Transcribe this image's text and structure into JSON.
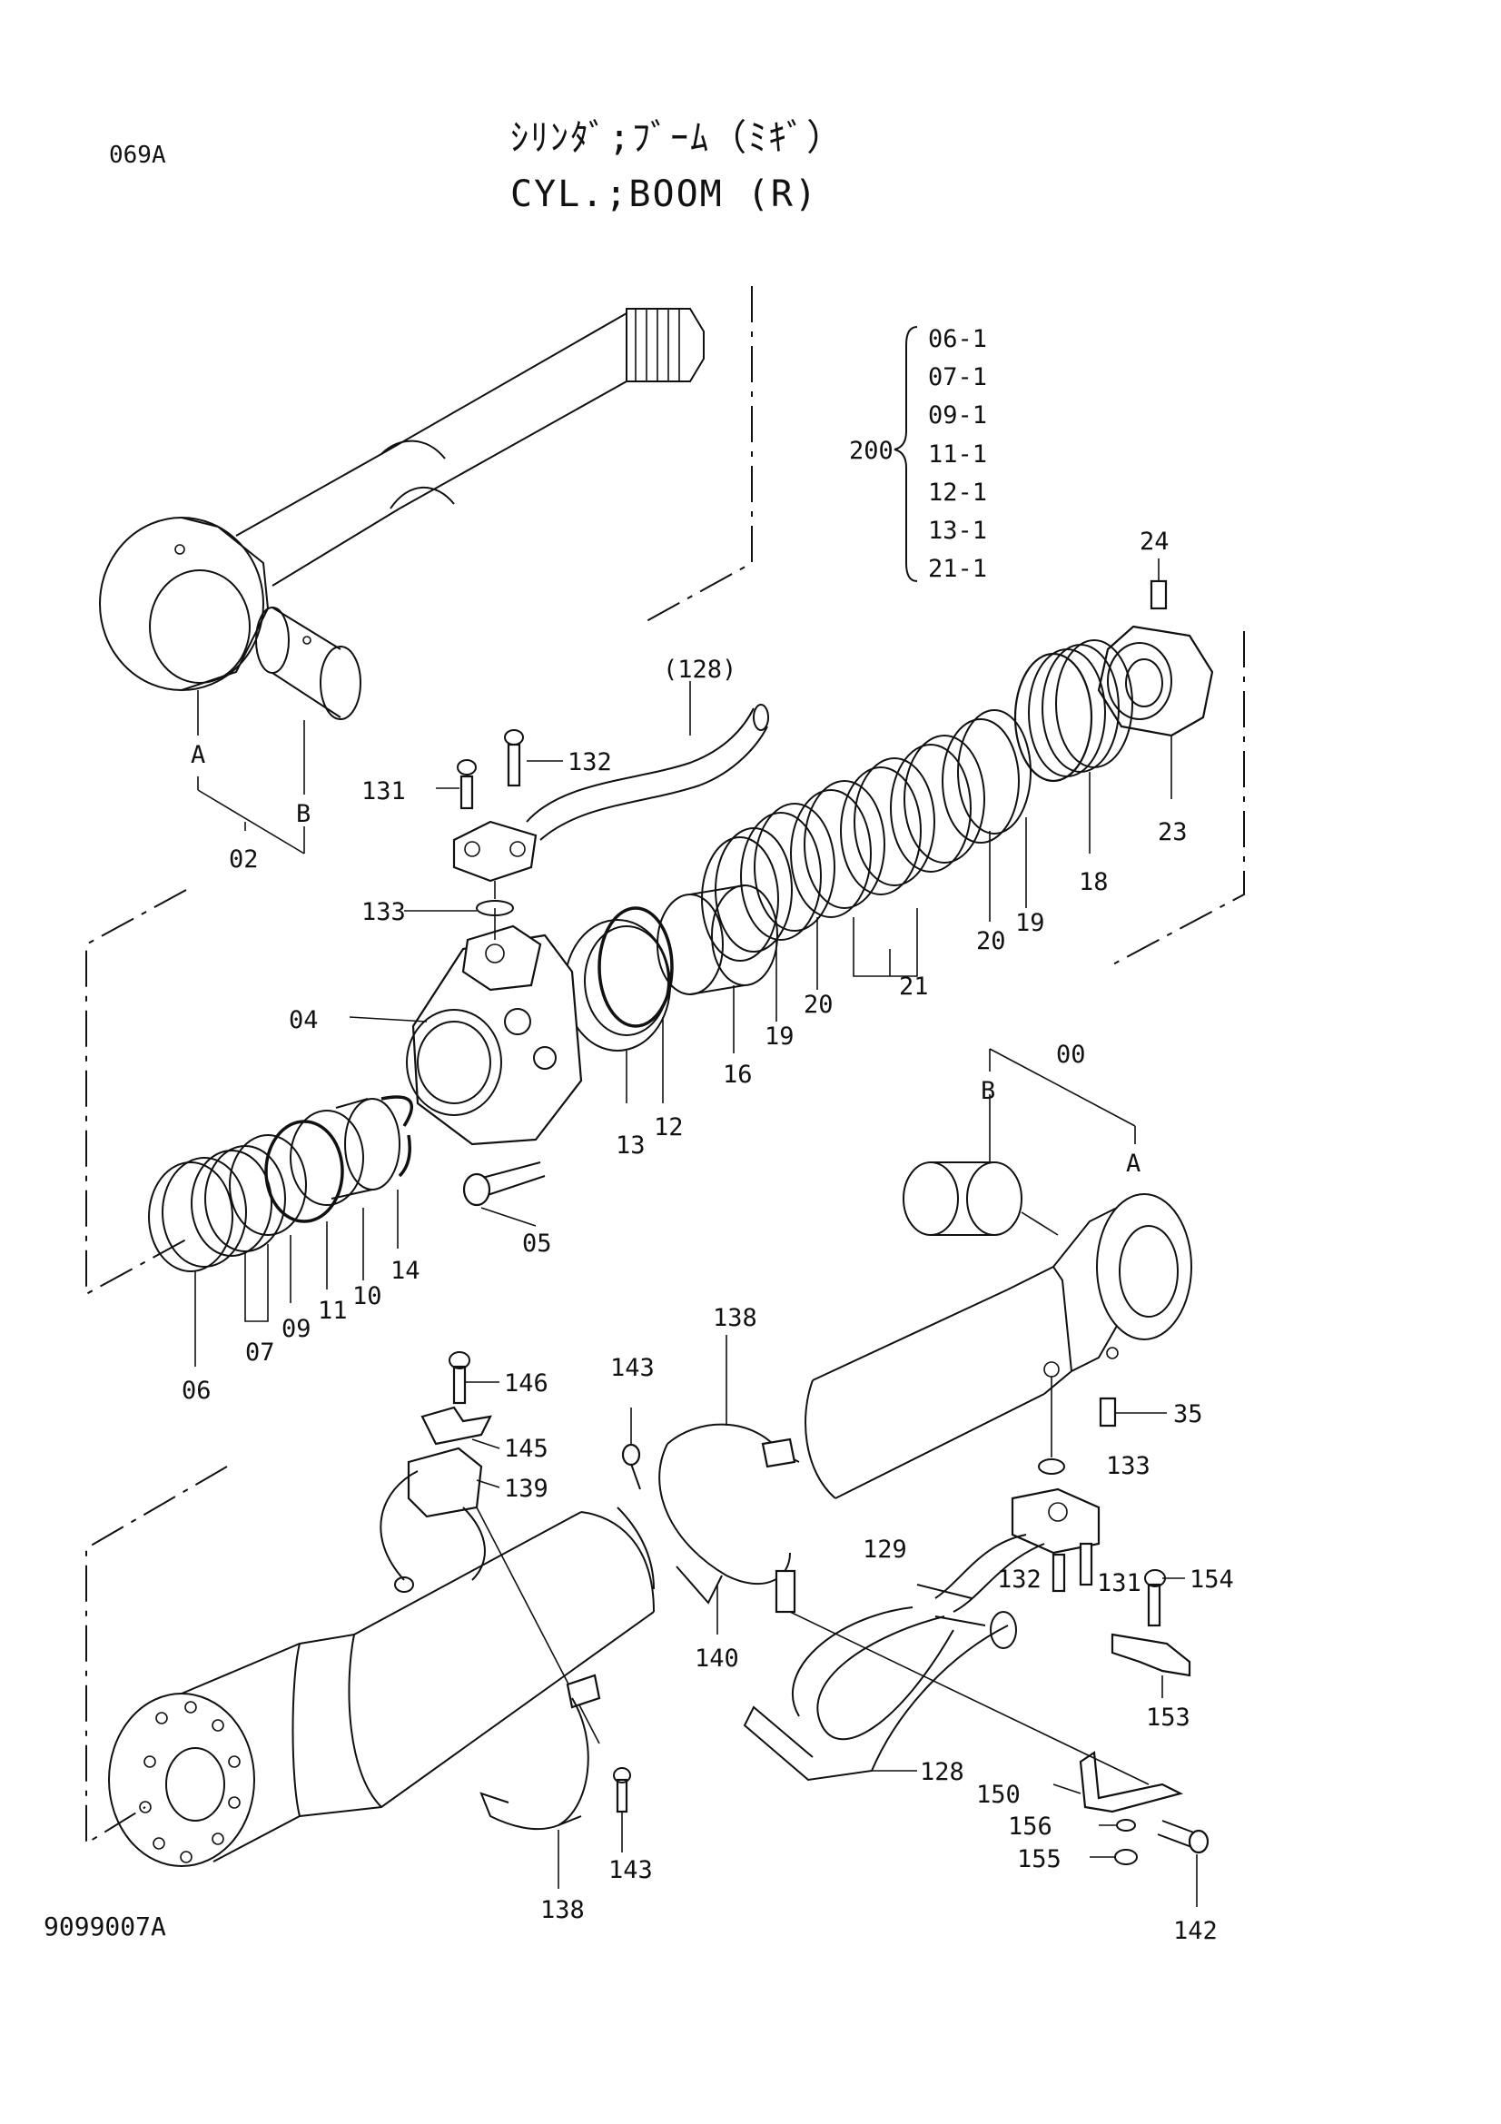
{
  "page_code": "069A",
  "title_jp": "ｼﾘﾝﾀﾞ;ﾌﾞｰﾑ（ﾐｷﾞ）",
  "title_en": "CYL.;BOOM (R)",
  "drawing_number": "9099007A",
  "kit": {
    "number": "200",
    "items": [
      "06-1",
      "07-1",
      "09-1",
      "11-1",
      "12-1",
      "13-1",
      "21-1"
    ]
  },
  "callouts": {
    "c00": "00",
    "c02": "02",
    "c04": "04",
    "c05": "05",
    "c06": "06",
    "c07": "07",
    "c09": "09",
    "c10": "10",
    "c11": "11",
    "c12": "12",
    "c13": "13",
    "c14": "14",
    "c16": "16",
    "c18": "18",
    "c19a": "19",
    "c19b": "19",
    "c20a": "20",
    "c20b": "20",
    "c21": "21",
    "c23": "23",
    "c24": "24",
    "c35": "35",
    "c128a": "(128)",
    "c128b": "128",
    "c129": "129",
    "c131a": "131",
    "c131b": "131",
    "c132a": "132",
    "c132b": "132",
    "c133a": "133",
    "c133b": "133",
    "c138a": "138",
    "c138b": "138",
    "c139": "139",
    "c140": "140",
    "c142": "142",
    "c143a": "143",
    "c143b": "143",
    "c145": "145",
    "c146": "146",
    "c150": "150",
    "c153": "153",
    "c154": "154",
    "c155": "155",
    "c156": "156",
    "A1": "A",
    "B1": "B",
    "A2": "A",
    "B2": "B"
  }
}
